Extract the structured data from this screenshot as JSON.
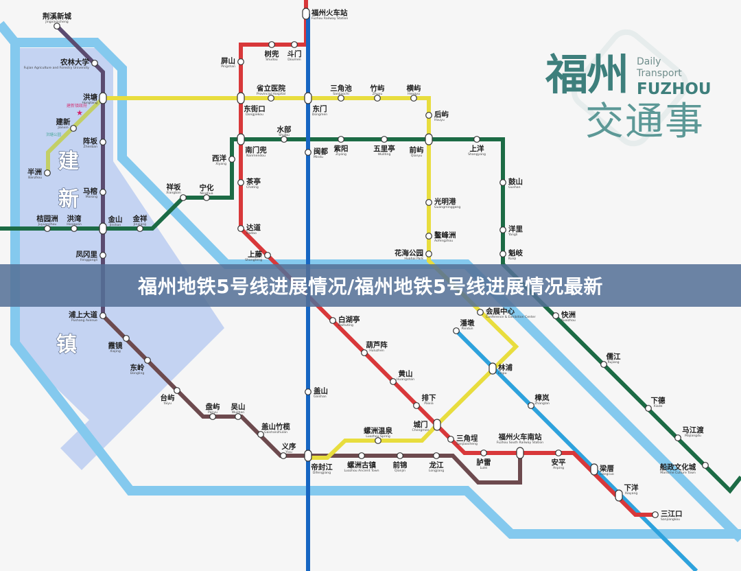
{
  "banner": {
    "title": "福州地铁5号线进展情况/福州地铁5号线进展情况最新"
  },
  "logo": {
    "city": "福州",
    "daily": "Daily",
    "transport": "Transport",
    "fuzhou": "FUZHOU",
    "subtitle": "交通事"
  },
  "districts": [
    "建",
    "新",
    "镇"
  ],
  "landmarks": {
    "government": "建新镇政府",
    "park": "洪塘公园"
  },
  "colors": {
    "line_red": "#d8383a",
    "line_blue": "#1766c2",
    "line_yellow": "#e8dd3e",
    "line_green": "#1c6b45",
    "line_purple": "#5b4b70",
    "line_brown": "#6d4a4e",
    "line_lightblue": "#2ea2dc",
    "line_branch": "#c3cf66",
    "river": "#84c9ee",
    "district_area": "#c4d3f2"
  },
  "stations": [
    {
      "name": "荆溪新城",
      "pinyin": "Jingxixincheng"
    },
    {
      "name": "农林大学",
      "pinyin": "Fujian Agriculture and Forestry University"
    },
    {
      "name": "洪塘",
      "pinyin": "Hongtang"
    },
    {
      "name": "阵坂",
      "pinyin": "Zhenban"
    },
    {
      "name": "马榕",
      "pinyin": "Marong"
    },
    {
      "name": "金山",
      "pinyin": "Jinshan"
    },
    {
      "name": "凤冈里",
      "pinyin": "Fenggangli"
    },
    {
      "name": "浦上大道",
      "pinyin": "Pushang Avenue"
    },
    {
      "name": "霞镜",
      "pinyin": "Xiajing"
    },
    {
      "name": "东岭",
      "pinyin": "Dongling"
    },
    {
      "name": "台屿",
      "pinyin": "Taiyu"
    },
    {
      "name": "盘屿",
      "pinyin": "Panyu"
    },
    {
      "name": "吴山",
      "pinyin": "Wushan"
    },
    {
      "name": "盖山竹榄",
      "pinyin": "Gaishanzhulan"
    },
    {
      "name": "义序",
      "pinyin": "Yixu"
    },
    {
      "name": "帝封江",
      "pinyin": "Difengjiang"
    },
    {
      "name": "螺洲古镇",
      "pinyin": "Luozhou Ancient Town"
    },
    {
      "name": "前锦",
      "pinyin": "Qianjin"
    },
    {
      "name": "龙江",
      "pinyin": "Longjiang"
    },
    {
      "name": "福州火车站",
      "pinyin": "Fuzhou Railway Station"
    },
    {
      "name": "树兜",
      "pinyin": "Shudou"
    },
    {
      "name": "斗门",
      "pinyin": "Doumen"
    },
    {
      "name": "屏山",
      "pinyin": "Pingshan"
    },
    {
      "name": "东街口",
      "pinyin": "Dongjiekou"
    },
    {
      "name": "省立医院",
      "pinyin": "Provincial Hospital"
    },
    {
      "name": "东门",
      "pinyin": "Dongmen"
    },
    {
      "name": "三角池",
      "pinyin": "Sanjiaochi"
    },
    {
      "name": "竹屿",
      "pinyin": "Zhuyu"
    },
    {
      "name": "横屿",
      "pinyin": "Hengyu"
    },
    {
      "name": "后屿",
      "pinyin": "Houyu"
    },
    {
      "name": "南门兜",
      "pinyin": "Nanmendou"
    },
    {
      "name": "水部",
      "pinyin": "Shuibu"
    },
    {
      "name": "闽都",
      "pinyin": "Mindu"
    },
    {
      "name": "紫阳",
      "pinyin": "Ziyang"
    },
    {
      "name": "五里亭",
      "pinyin": "Wuliting"
    },
    {
      "name": "前屿",
      "pinyin": "Qianyu"
    },
    {
      "name": "上洋",
      "pinyin": "Shangyang"
    },
    {
      "name": "西洋",
      "pinyin": "Xiyang"
    },
    {
      "name": "宁化",
      "pinyin": "Ninghua"
    },
    {
      "name": "祥坂",
      "pinyin": "Xiangban"
    },
    {
      "name": "茶亭",
      "pinyin": "Chating"
    },
    {
      "name": "达道",
      "pinyin": "Dadao"
    },
    {
      "name": "桔园洲",
      "pinyin": "Juyuanzhou"
    },
    {
      "name": "洪湾",
      "pinyin": "Hongwan"
    },
    {
      "name": "金祥",
      "pinyin": "Jinxiang"
    },
    {
      "name": "鼓山",
      "pinyin": "Gushan"
    },
    {
      "name": "洋里",
      "pinyin": "Yangli"
    },
    {
      "name": "光明港",
      "pinyin": "Guangminggang"
    },
    {
      "name": "鳌峰洲",
      "pinyin": "Aofengzhou"
    },
    {
      "name": "花海公园",
      "pinyin": "Huahai Park"
    },
    {
      "name": "会展中心",
      "pinyin": "Conference & Exhibition Center"
    },
    {
      "name": "上藤",
      "pinyin": "Shangteng"
    },
    {
      "name": "魁岐",
      "pinyin": "Kuiqi"
    },
    {
      "name": "白湖亭",
      "pinyin": "Baihuting"
    },
    {
      "name": "葫芦阵",
      "pinyin": "Huluzhen"
    },
    {
      "name": "黄山",
      "pinyin": "Huangshan"
    },
    {
      "name": "排下",
      "pinyin": "Paixia"
    },
    {
      "name": "城门",
      "pinyin": "Chengmen"
    },
    {
      "name": "三角埕",
      "pinyin": "Sanjiaocheng"
    },
    {
      "name": "胪雷",
      "pinyin": "Lulei"
    },
    {
      "name": "福州火车南站",
      "pinyin": "Fuzhou South Railway Station"
    },
    {
      "name": "安平",
      "pinyin": "Anping"
    },
    {
      "name": "梁厝",
      "pinyin": "Liangcuo"
    },
    {
      "name": "下洋",
      "pinyin": "Xiayang"
    },
    {
      "name": "三江口",
      "pinyin": "Sanjiangkou"
    },
    {
      "name": "潘墩",
      "pinyin": "Pandun"
    },
    {
      "name": "林浦",
      "pinyin": "Linpu"
    },
    {
      "name": "樟岚",
      "pinyin": "Zhanglan"
    },
    {
      "name": "螺洲温泉",
      "pinyin": "Luozhou Spring"
    },
    {
      "name": "盖山",
      "pinyin": "Gaishan"
    },
    {
      "name": "快洲",
      "pinyin": "Kuaizhou"
    },
    {
      "name": "儒江",
      "pinyin": "Rujiang"
    },
    {
      "name": "下德",
      "pinyin": "Xiade"
    },
    {
      "name": "马江渡",
      "pinyin": "Majiangdu"
    },
    {
      "name": "船政文化城",
      "pinyin": "Maritime Culture Town"
    },
    {
      "name": "建新",
      "pinyin": "Jianxin"
    },
    {
      "name": "半洲",
      "pinyin": "Banzhou"
    }
  ]
}
